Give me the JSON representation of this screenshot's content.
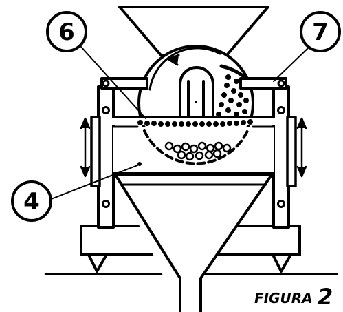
{
  "figure": {
    "caption_word": "FIGURA",
    "caption_number": "2"
  },
  "callouts": [
    {
      "id": "callout-6",
      "label": "6"
    },
    {
      "id": "callout-7",
      "label": "7"
    },
    {
      "id": "callout-4",
      "label": "4"
    }
  ],
  "colors": {
    "ink": "#000000",
    "paper": "#ffffff"
  }
}
